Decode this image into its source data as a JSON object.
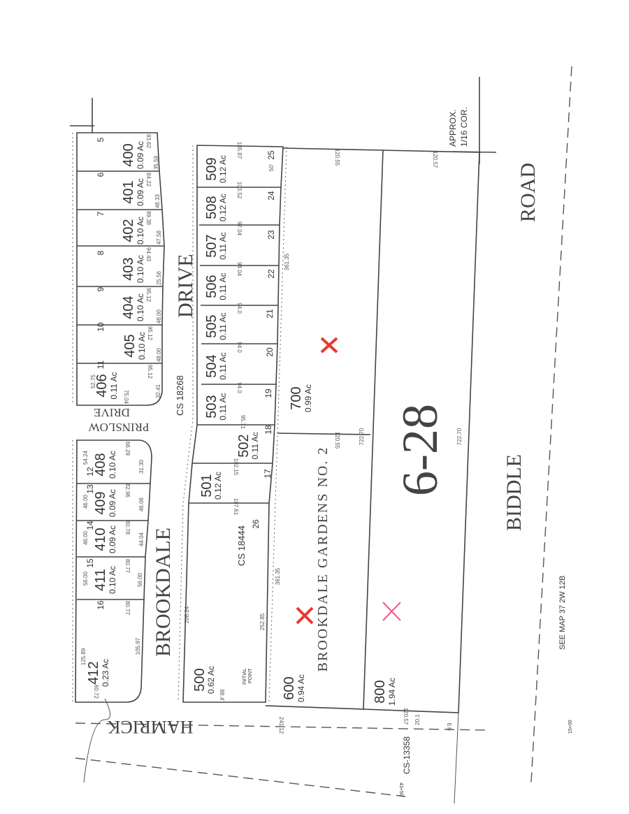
{
  "map": {
    "map_number": "6-28",
    "streets": {
      "drive_top": "DRIVE",
      "brookdale": "BROOKDALE",
      "prinslow": "PRINSLOW",
      "prinslow_drive": "DRIVE",
      "biddle": "BIDDLE",
      "road": "ROAD",
      "hamrick": "HAMRICK"
    },
    "subdivision": "BROOKDALE GARDENS NO. 2",
    "survey_refs": [
      "CS 18268",
      "CS 18444",
      "CS-13358"
    ],
    "notes": {
      "approx": "APPROX.",
      "cor": "1/16 COR.",
      "initial_point": "INITIAL",
      "initial_point2": "POINT",
      "see_map": "SEE MAP 37 2W 12B",
      "station1": "15+00",
      "station2": "43+50"
    },
    "lots": [
      {
        "id": "400",
        "acres": "0.09 Ac",
        "block_lot": "5"
      },
      {
        "id": "401",
        "acres": "0.09 Ac",
        "block_lot": "6"
      },
      {
        "id": "402",
        "acres": "0.10 Ac",
        "block_lot": "7"
      },
      {
        "id": "403",
        "acres": "0.10 Ac",
        "block_lot": "8"
      },
      {
        "id": "404",
        "acres": "0.10 Ac",
        "block_lot": "9"
      },
      {
        "id": "405",
        "acres": "0.10 Ac",
        "block_lot": "10"
      },
      {
        "id": "406",
        "acres": "0.11 Ac",
        "block_lot": "11"
      },
      {
        "id": "408",
        "acres": "0.10 Ac",
        "block_lot": "12"
      },
      {
        "id": "409",
        "acres": "0.09 Ac",
        "block_lot": "13"
      },
      {
        "id": "410",
        "acres": "0.09 Ac",
        "block_lot": "14"
      },
      {
        "id": "411",
        "acres": "0.10 Ac",
        "block_lot": "15"
      },
      {
        "id": "412",
        "acres": "0.23 Ac",
        "block_lot": "16"
      },
      {
        "id": "509",
        "acres": "0.12 Ac",
        "block_lot": "25"
      },
      {
        "id": "508",
        "acres": "0.12 Ac",
        "block_lot": "24"
      },
      {
        "id": "507",
        "acres": "0.11 Ac",
        "block_lot": "23"
      },
      {
        "id": "506",
        "acres": "0.11 Ac",
        "block_lot": "22"
      },
      {
        "id": "505",
        "acres": "0.11 Ac",
        "block_lot": "21"
      },
      {
        "id": "504",
        "acres": "0.11 Ac",
        "block_lot": "20"
      },
      {
        "id": "503",
        "acres": "0.11 Ac",
        "block_lot": "19"
      },
      {
        "id": "502",
        "acres": "0.11 Ac",
        "block_lot": "18"
      },
      {
        "id": "501",
        "acres": "0.12 Ac",
        "block_lot": "17"
      },
      {
        "id": "500",
        "acres": "0.62 Ac",
        "block_lot": "26"
      },
      {
        "id": "700",
        "acres": "0.99 Ac"
      },
      {
        "id": "600",
        "acres": "0.94 Ac"
      },
      {
        "id": "800",
        "acres": "1.94 Ac"
      }
    ],
    "dimensions": {
      "d400": "83.62",
      "d401": "84.22",
      "d402": "89.38",
      "d403": "94.43",
      "d404": "95.12",
      "d405": "95.12",
      "d406": "95.12",
      "d406b": "75.04",
      "d408": "66.29",
      "d409": "82.96",
      "d410": "80.78",
      "d411": "80.77",
      "d412": "80.77",
      "d412b": "60.72",
      "d509": "105.87",
      "d508": "103.52",
      "d507": "97.04",
      "d506": "94.04",
      "d505": "94.0",
      "d504": "94.0",
      "d503": "94.0",
      "d502": "95.71",
      "d501": "102.15",
      "d500": "107.61",
      "d500b": "88.4'",
      "e400": "35.59",
      "e401": "48.33",
      "e402": "47.58",
      "e403": "25.56",
      "e404": "48.00",
      "e405": "48.00",
      "e406": "32.41",
      "e408": "31.30",
      "e409": "46.06",
      "e410": "44.04",
      "e411": "56.00",
      "e412": "105.97",
      "w412": "125.89",
      "w411": "56.00",
      "w410": "46.00",
      "w409": "46.00",
      "w408": "54.24",
      "w406": "52.75",
      "r361a": "361.35",
      "r361b": "361.35",
      "r206": "206.24",
      "r252": "252.85",
      "t120a": "120.55",
      "t120b": "120.57",
      "m120": "120.55",
      "b120": "120.57",
      "l722a": "722.70",
      "l722b": "722.70",
      "h241": "241.12",
      "h20": "20.1",
      "h6": "6.6",
      "f50": "50'"
    },
    "marks": {
      "red": "#e53935",
      "pink": "#ec5b8f"
    }
  }
}
